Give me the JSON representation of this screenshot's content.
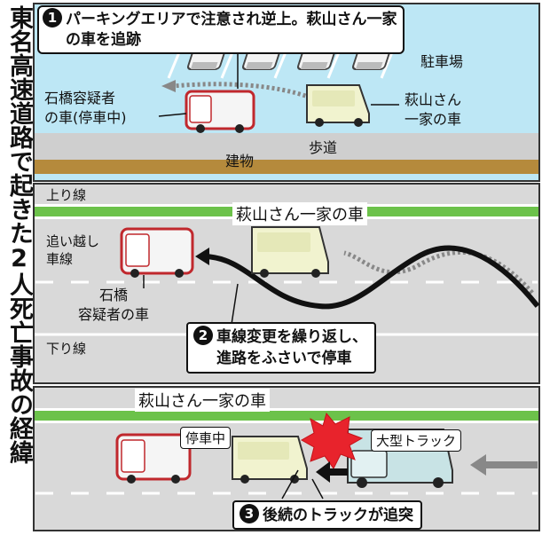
{
  "title": "東名高速道路で起きた2人死亡事故の経緯",
  "panel1": {
    "step_number": "1",
    "caption_line1": "パーキングエリアで注意され逆上。萩山さん一家",
    "caption_line2": "の車を追跡",
    "parking_label": "駐車場",
    "suspect_label_line1": "石橋容疑者",
    "suspect_label_line2": "の車(停車中)",
    "victim_label_line1": "萩山さん",
    "victim_label_line2": "一家の車",
    "building_label": "建物",
    "sidewalk_label": "歩道"
  },
  "panel2": {
    "step_number": "2",
    "upline_label": "上り線",
    "downline_label": "下り線",
    "passing_lane_line1": "追い越し",
    "passing_lane_line2": "車線",
    "suspect_label_line1": "石橋",
    "suspect_label_line2": "容疑者の車",
    "victim_label": "萩山さん一家の車",
    "caption_line1": "車線変更を繰り返し、",
    "caption_line2": "進路をふさいで停車"
  },
  "panel3": {
    "step_number": "3",
    "victim_label": "萩山さん一家の車",
    "stopped_label": "停車中",
    "truck_label": "大型トラック",
    "caption": "後続のトラックが追突"
  },
  "colors": {
    "road": "#d9d9d9",
    "lane_fill": "#bde7f5",
    "grass": "#6cc24a",
    "victim_car": "#f1f3cf",
    "suspect_car_outline": "#c0282d",
    "truck": "#c8e3e5",
    "crash": "#e8232c",
    "dirt": "#b58a3c"
  }
}
